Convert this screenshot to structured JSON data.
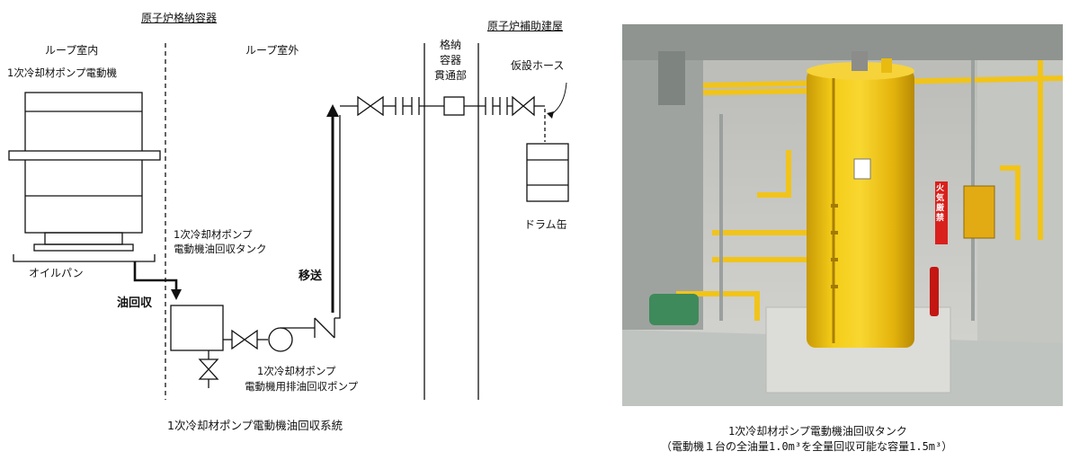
{
  "diagram": {
    "containment_vessel": "原子炉格納容器",
    "aux_building": "原子炉補助建屋",
    "loop_inside": "ループ室内",
    "loop_outside": "ループ室外",
    "penetration": [
      "格納",
      "容器",
      "貫通部"
    ],
    "temp_hose": "仮設ホース",
    "motor": "1次冷却材ポンプ電動機",
    "tank": [
      "1次冷却材ポンプ",
      "電動機油回収タンク"
    ],
    "oil_pan": "オイルパン",
    "oil_recovery": "油回収",
    "transfer": "移送",
    "pump": [
      "1次冷却材ポンプ",
      "電動機用排油回収ポンプ"
    ],
    "drum": "ドラム缶",
    "caption": "1次冷却材ポンプ電動機油回収系統"
  },
  "photo": {
    "sign_text": "火気厳禁",
    "caption_line1": "1次冷却材ポンプ電動機油回収タンク",
    "caption_line2": "（電動機１台の全油量1.0m³を全量回収可能な容量1.5m³）"
  }
}
